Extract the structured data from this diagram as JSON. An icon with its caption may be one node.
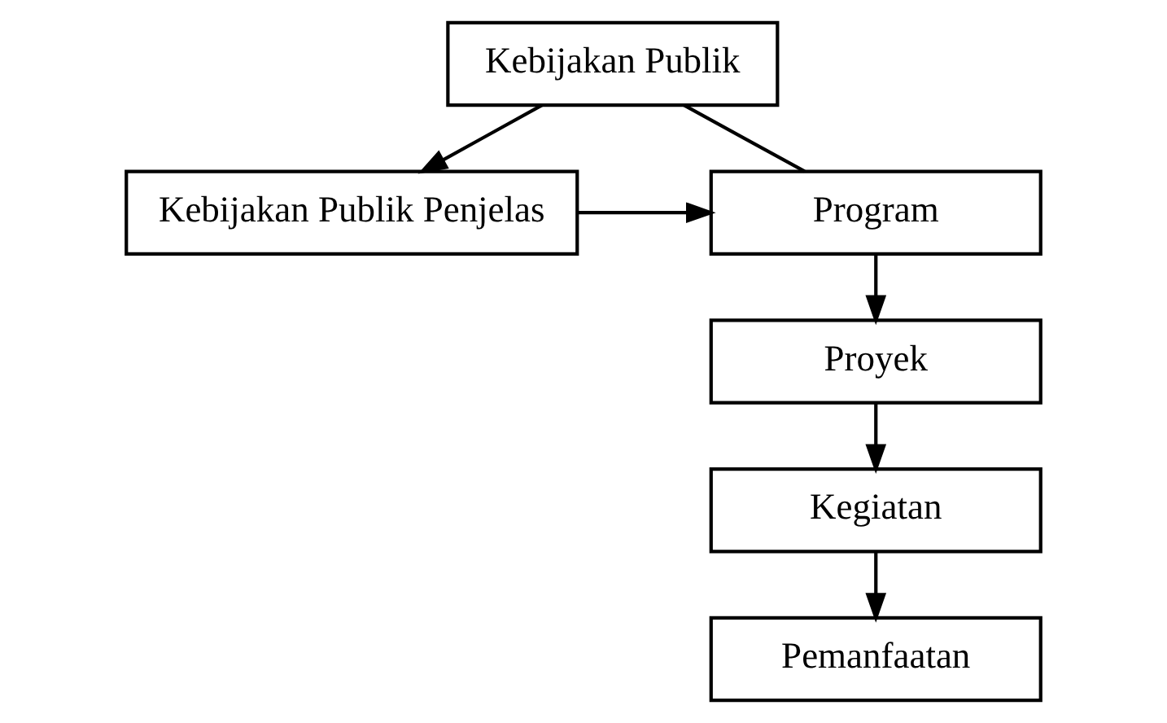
{
  "diagram": {
    "nodes": [
      {
        "text": [
          "Kebijakan Publik"
        ]
      },
      {
        "text": [
          "Kebijakan Publik Penjelas"
        ]
      },
      {
        "text": [
          "Program"
        ]
      },
      {
        "text": [
          "Proyek"
        ]
      },
      {
        "text": [
          "Kegiatan"
        ]
      },
      {
        "text": [
          "Pemanfaatan"
        ]
      }
    ],
    "edges": [
      {
        "from": 0,
        "to": 1,
        "arrow": "to"
      },
      {
        "from": 0,
        "to": 2,
        "arrow": "none"
      },
      {
        "from": 1,
        "to": 2,
        "arrow": "to"
      },
      {
        "from": 2,
        "to": 3,
        "arrow": "to"
      },
      {
        "from": 3,
        "to": 4,
        "arrow": "to"
      },
      {
        "from": 4,
        "to": 5,
        "arrow": "to"
      }
    ]
  }
}
